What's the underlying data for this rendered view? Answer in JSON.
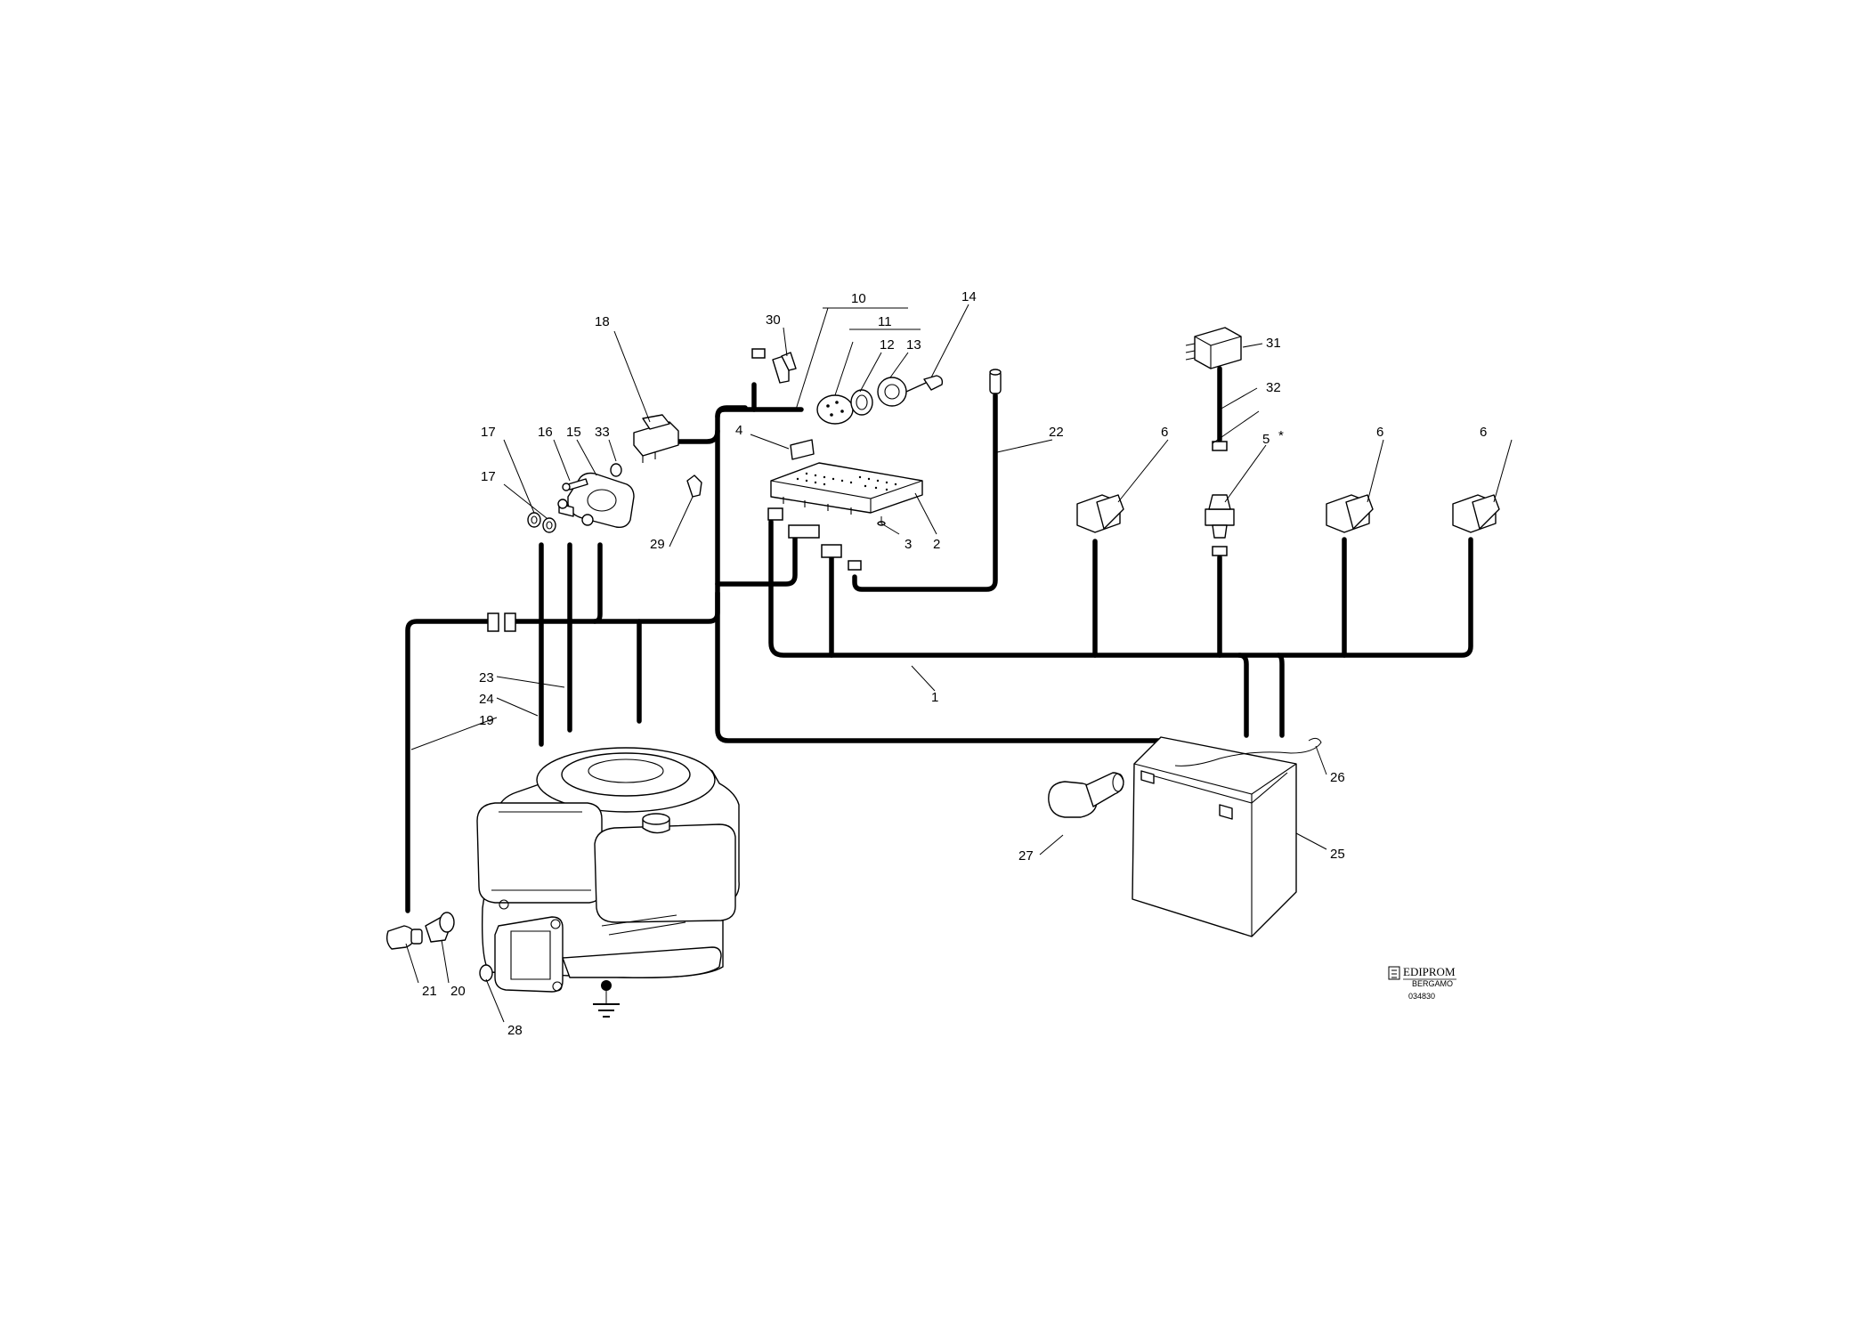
{
  "callouts": {
    "c1": "1",
    "c2": "2",
    "c3": "3",
    "c4": "4",
    "c5": "5",
    "c5_mark": "*",
    "c6a": "6",
    "c6b": "6",
    "c6c": "6",
    "c10": "10",
    "c11": "11",
    "c12": "12",
    "c13": "13",
    "c14": "14",
    "c15": "15",
    "c16": "16",
    "c17a": "17",
    "c17b": "17",
    "c18": "18",
    "c19": "19",
    "c20": "20",
    "c21": "21",
    "c22": "22",
    "c23": "23",
    "c24": "24",
    "c25": "25",
    "c26": "26",
    "c27": "27",
    "c28": "28",
    "c29": "29",
    "c30": "30",
    "c31": "31",
    "c32": "32",
    "c33": "33"
  },
  "publisher": {
    "logo_name": "EDIPROM",
    "logo_sub": "BERGAMO",
    "drawing_code": "034830"
  }
}
